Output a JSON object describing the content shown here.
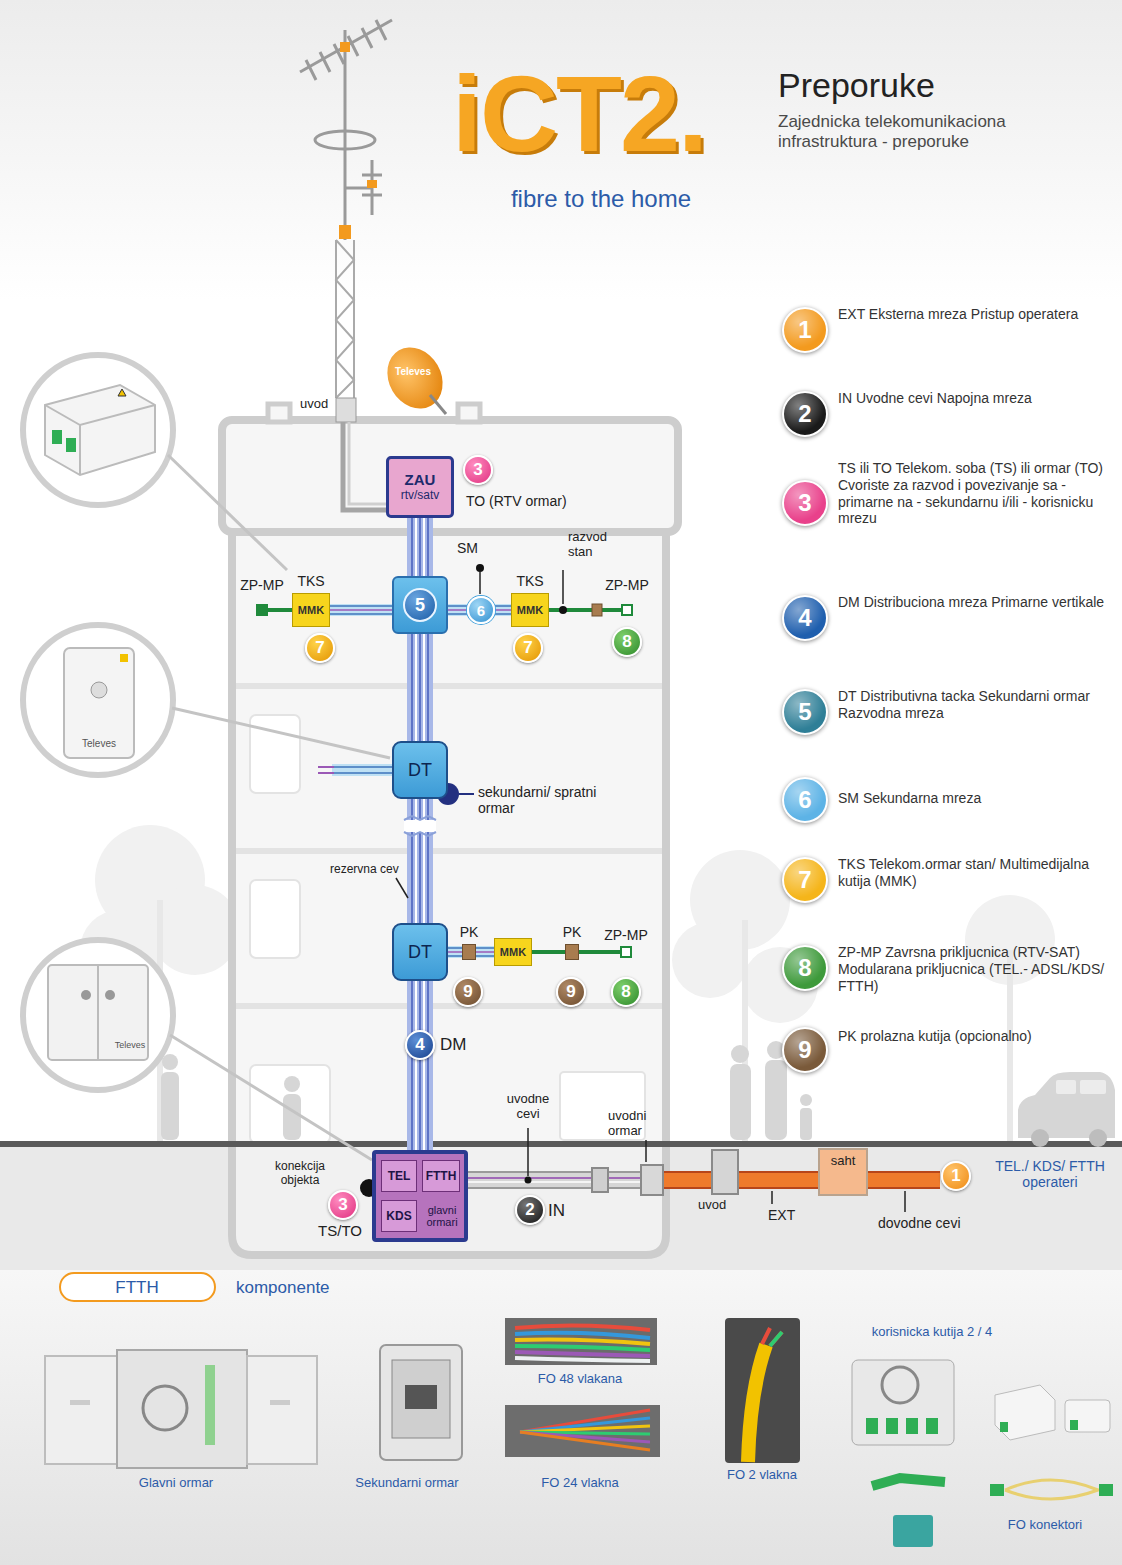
{
  "diagram": {
    "title": "Preporuke",
    "nodes": [
      {
        "text": [
          "ZAU",
          "rtv/satv"
        ]
      },
      {
        "text": [
          "ZP-MP"
        ]
      },
      {
        "text": [
          "TKS",
          "MMK"
        ]
      },
      {
        "text": [
          "5"
        ]
      },
      {
        "text": [
          "6"
        ]
      },
      {
        "text": [
          "TKS",
          "MMK"
        ]
      },
      {
        "text": [
          "ZP-MP"
        ]
      },
      {
        "text": [
          "DT"
        ]
      },
      {
        "text": [
          "DT"
        ]
      },
      {
        "text": [
          "PK"
        ]
      },
      {
        "text": [
          "MMK"
        ]
      },
      {
        "text": [
          "PK"
        ]
      },
      {
        "text": [
          "ZP-MP"
        ]
      },
      {
        "text": [
          "glavni ormari"
        ]
      },
      {
        "text": [
          "TEL"
        ],
        "in": 13
      },
      {
        "text": [
          "FTTH"
        ],
        "in": 13
      },
      {
        "text": [
          "KDS"
        ],
        "in": 13
      },
      {
        "text": [
          "uvodni ormar"
        ]
      },
      {
        "text": [
          "saht"
        ]
      }
    ],
    "edges": [
      {
        "from": 0,
        "to": 3,
        "arrow": "none"
      },
      {
        "from": 1,
        "to": 2,
        "arrow": "none"
      },
      {
        "from": 2,
        "to": 3,
        "arrow": "none"
      },
      {
        "from": 3,
        "to": 4,
        "arrow": "none"
      },
      {
        "from": 4,
        "to": 5,
        "arrow": "none"
      },
      {
        "from": 5,
        "to": 6,
        "arrow": "none"
      },
      {
        "from": 3,
        "to": 7,
        "arrow": "none"
      },
      {
        "from": 7,
        "to": 8,
        "arrow": "none"
      },
      {
        "from": 8,
        "to": 9,
        "arrow": "none"
      },
      {
        "from": 9,
        "to": 10,
        "arrow": "none"
      },
      {
        "from": 10,
        "to": 11,
        "arrow": "none"
      },
      {
        "from": 11,
        "to": 12,
        "arrow": "none"
      },
      {
        "from": 8,
        "to": 13,
        "arrow": "none"
      },
      {
        "from": 13,
        "to": 17,
        "arrow": "none"
      },
      {
        "from": 17,
        "to": 18,
        "arrow": "none"
      }
    ],
    "labels": [
      "iCT2.",
      "Zajednicka telekomunikaciona infrastruktura - preporuke",
      "fibre to the home",
      "Televes",
      "uvod",
      "3",
      "TO (RTV ormar)",
      "SM",
      "razvod stan",
      "7",
      "7",
      "8",
      "sekundarni/ spratni ormar",
      "rezervna cev",
      "9",
      "9",
      "8",
      "4",
      "DM",
      "uvodne cevi",
      "konekcija objekta",
      "3",
      "TS/TO",
      "2",
      "IN",
      "uvod",
      "EXT",
      "1",
      "TEL./ KDS/ FTTH operateri",
      "dovodne cevi",
      "Televes",
      "Televes",
      "1",
      "2",
      "3",
      "4",
      "5",
      "6",
      "7",
      "8",
      "9",
      "FTTH",
      "komponente",
      "Glavni ormar",
      "Sekundarni ormar",
      "FO 48 vlakana",
      "FO 24 vlakna",
      "FO 2 vlakna",
      "korisnicka kutija 2 / 4",
      "FO konektori"
    ],
    "legend": [
      {
        "text": "EXT Eksterna mreza Pristup operatera",
        "color": "#f39a1e"
      },
      {
        "text": "IN Uvodne cevi Napojna mreza",
        "color": "#1a1a1a"
      },
      {
        "text": "TS ili TO Telekom. soba (TS) ili ormar (TO) Cvoriste za razvod i povezivanje sa - primarne na - sekundarnu i/ili - korisnicku mrezu",
        "color": "#e9418b"
      },
      {
        "text": "DM Distribuciona mreza Primarne vertikale",
        "color": "#1f5fae"
      },
      {
        "text": "DT Distributivna tacka Sekundarni ormar Razvodna mreza",
        "color": "#2f7f97"
      },
      {
        "text": "SM Sekundarna mreza",
        "color": "#5db3e6"
      },
      {
        "text": "TKS Telekom.ormar stan/ Multimedijalna kutija (MMK)",
        "color": "#f5b51a"
      },
      {
        "text": "ZP-MP Zavrsna prikljucnica (RTV-SAT) Modularana prikljucnica (TEL.- ADSL/KDS/ FTTH)",
        "color": "#3e9a3b"
      },
      {
        "text": "PK prolazna kutija (opcionalno)",
        "color": "#7a5a3a"
      }
    ]
  }
}
